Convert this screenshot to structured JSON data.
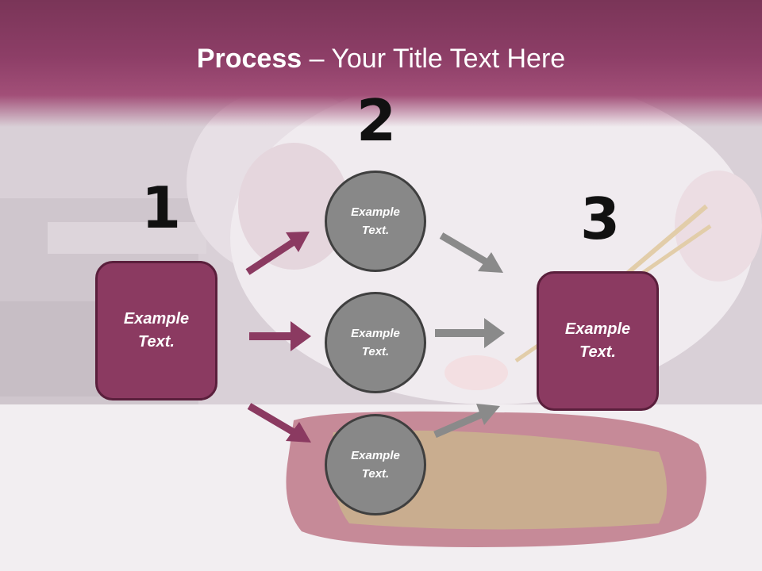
{
  "title": {
    "bold": "Process",
    "rest": " – Your Title Text Here"
  },
  "numbers": [
    "1",
    "2",
    "3"
  ],
  "step1": {
    "line1": "Example",
    "line2": "Text."
  },
  "step3": {
    "line1": "Example",
    "line2": "Text."
  },
  "circles": [
    {
      "line1": "Example",
      "line2": "Text."
    },
    {
      "line1": "Example",
      "line2": "Text."
    },
    {
      "line1": "Example",
      "line2": "Text."
    }
  ],
  "colors": {
    "accent": "#8b3a61",
    "circle": "#888888",
    "arrow_left": "#8b3a61",
    "arrow_right": "#8a8a8a"
  }
}
